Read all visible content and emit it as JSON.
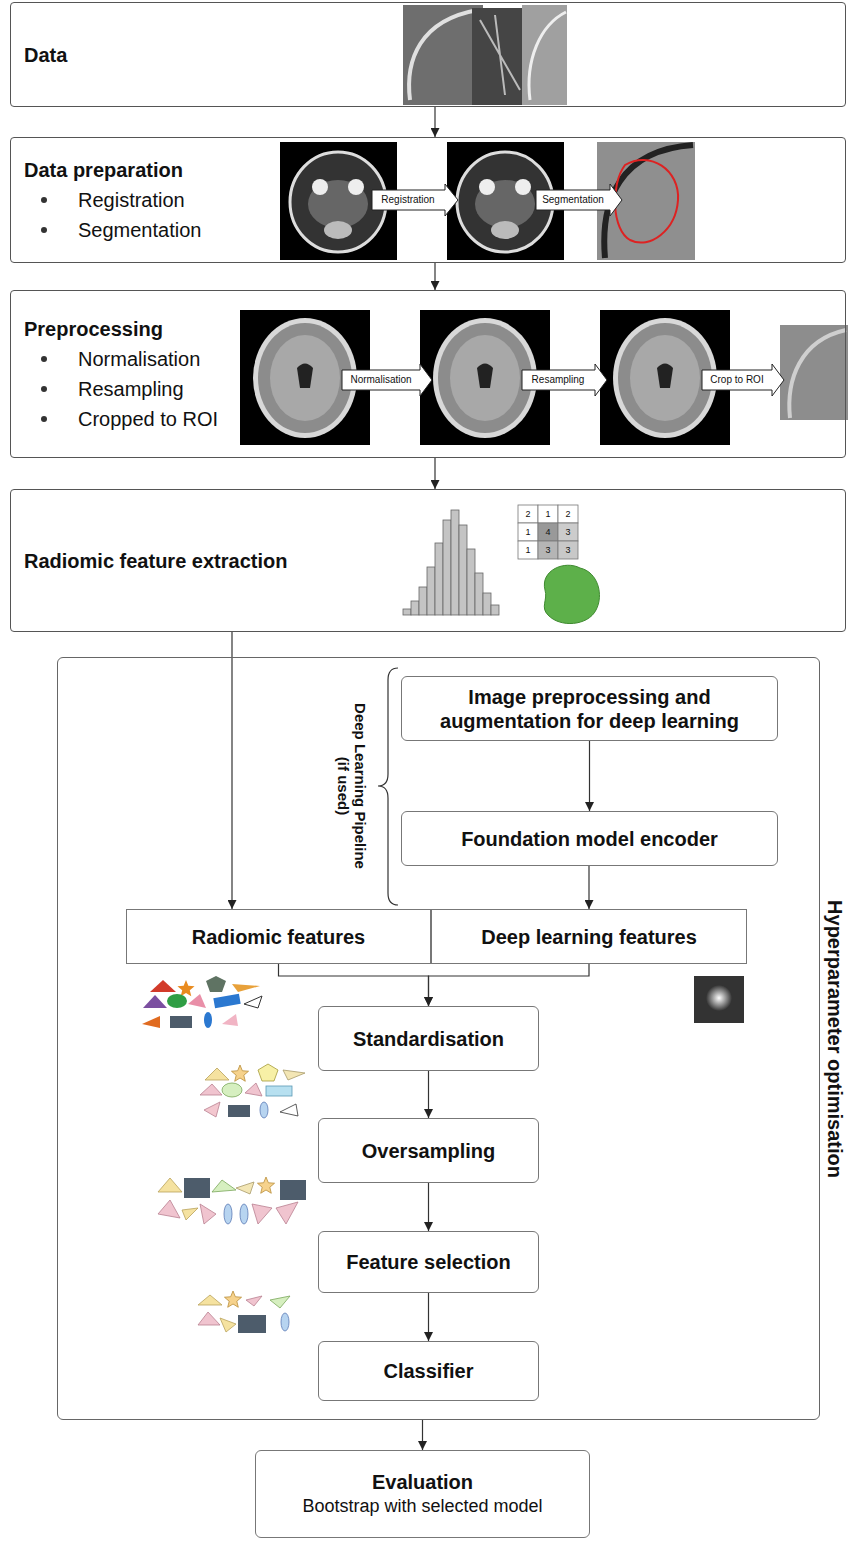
{
  "diagram": {
    "nodes": [
      {
        "text": [
          "Data"
        ]
      },
      {
        "text": [
          "Data preparation",
          "Registration",
          "Segmentation"
        ]
      },
      {
        "text": [
          "Preprocessing",
          "Normalisation",
          "Resampling",
          "Cropped to ROI"
        ]
      },
      {
        "text": [
          "Radiomic feature extraction"
        ]
      },
      {
        "text": [
          "Hyperparameter optimisation"
        ]
      },
      {
        "text": [
          "Image preprocessing and augmentation for deep learning"
        ],
        "in": 4
      },
      {
        "text": [
          "Foundation model encoder"
        ],
        "in": 4
      },
      {
        "text": [
          "Radiomic features"
        ],
        "in": 4
      },
      {
        "text": [
          "Deep learning features"
        ],
        "in": 4
      },
      {
        "text": [
          "Standardisation"
        ],
        "in": 4
      },
      {
        "text": [
          "Oversampling"
        ],
        "in": 4
      },
      {
        "text": [
          "Feature selection"
        ],
        "in": 4
      },
      {
        "text": [
          "Classifier"
        ],
        "in": 4
      },
      {
        "text": [
          "Evaluation",
          "Bootstrap with selected model"
        ]
      }
    ],
    "edges": [
      {
        "from": 0,
        "to": 1,
        "arrow": "to"
      },
      {
        "from": 1,
        "to": 2,
        "arrow": "to"
      },
      {
        "from": 2,
        "to": 3,
        "arrow": "to"
      },
      {
        "from": 3,
        "to": 7,
        "arrow": "to"
      },
      {
        "from": 5,
        "to": 6,
        "arrow": "to"
      },
      {
        "from": 6,
        "to": 8,
        "arrow": "to"
      },
      {
        "from": 7,
        "to": 9,
        "arrow": "to"
      },
      {
        "from": 8,
        "to": 9,
        "arrow": "to"
      },
      {
        "from": 9,
        "to": 10,
        "arrow": "to"
      },
      {
        "from": 10,
        "to": 11,
        "arrow": "to"
      },
      {
        "from": 11,
        "to": 12,
        "arrow": "to"
      },
      {
        "from": 4,
        "to": 13,
        "arrow": "to"
      }
    ],
    "labels": [
      "Registration",
      "Segmentation",
      "Normalisation",
      "Resampling",
      "Crop to ROI",
      "2",
      "1",
      "2",
      "1",
      "4",
      "3",
      "1",
      "3",
      "3",
      "Deep Learning Pipeline (if used)"
    ]
  }
}
